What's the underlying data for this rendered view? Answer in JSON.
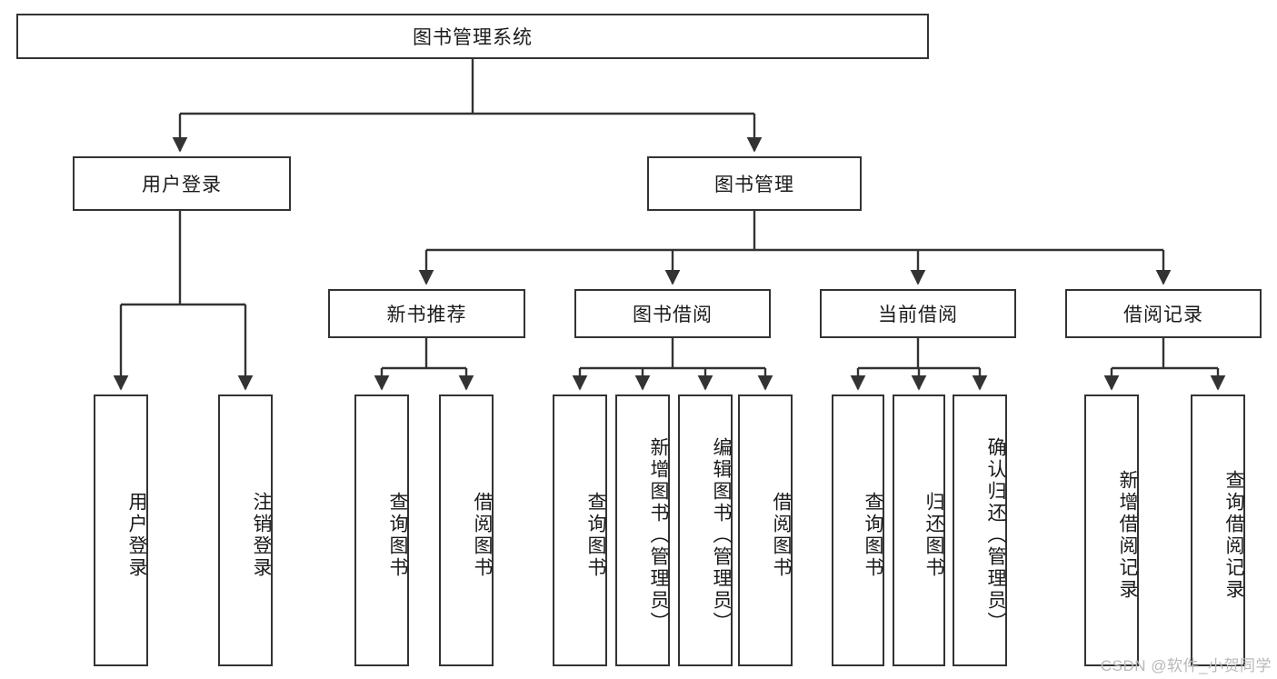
{
  "diagram": {
    "title": "图书管理系统",
    "watermark": "CSDN @软件_小贺同学",
    "colors": {
      "box_border": "#333333",
      "connector": "#333333",
      "background": "#ffffff",
      "text": "#1a1a1a",
      "watermark": "#b9b9b9"
    },
    "nodes": {
      "root": "图书管理系统",
      "level2": {
        "user_login": "用户登录",
        "book_management": "图书管理"
      },
      "level3": {
        "new_book_recommend": "新书推荐",
        "book_borrow": "图书借阅",
        "current_borrow": "当前借阅",
        "borrow_record": "借阅记录"
      },
      "leaves": {
        "user_login_leaf": "用户登录",
        "logout_leaf": "注销登录",
        "recommend_query_book": "查询图书",
        "recommend_borrow_book": "借阅图书",
        "borrow_query_book": "查询图书",
        "borrow_add_book": "新增图书（管理员）",
        "borrow_edit_book": "编辑图书（管理员）",
        "borrow_borrow_book": "借阅图书",
        "current_query_book": "查询图书",
        "current_return_book": "归还图书",
        "current_confirm_return": "确认归还（管理员）",
        "record_add_record": "新增借阅记录",
        "record_query_record": "查询借阅记录"
      }
    }
  }
}
